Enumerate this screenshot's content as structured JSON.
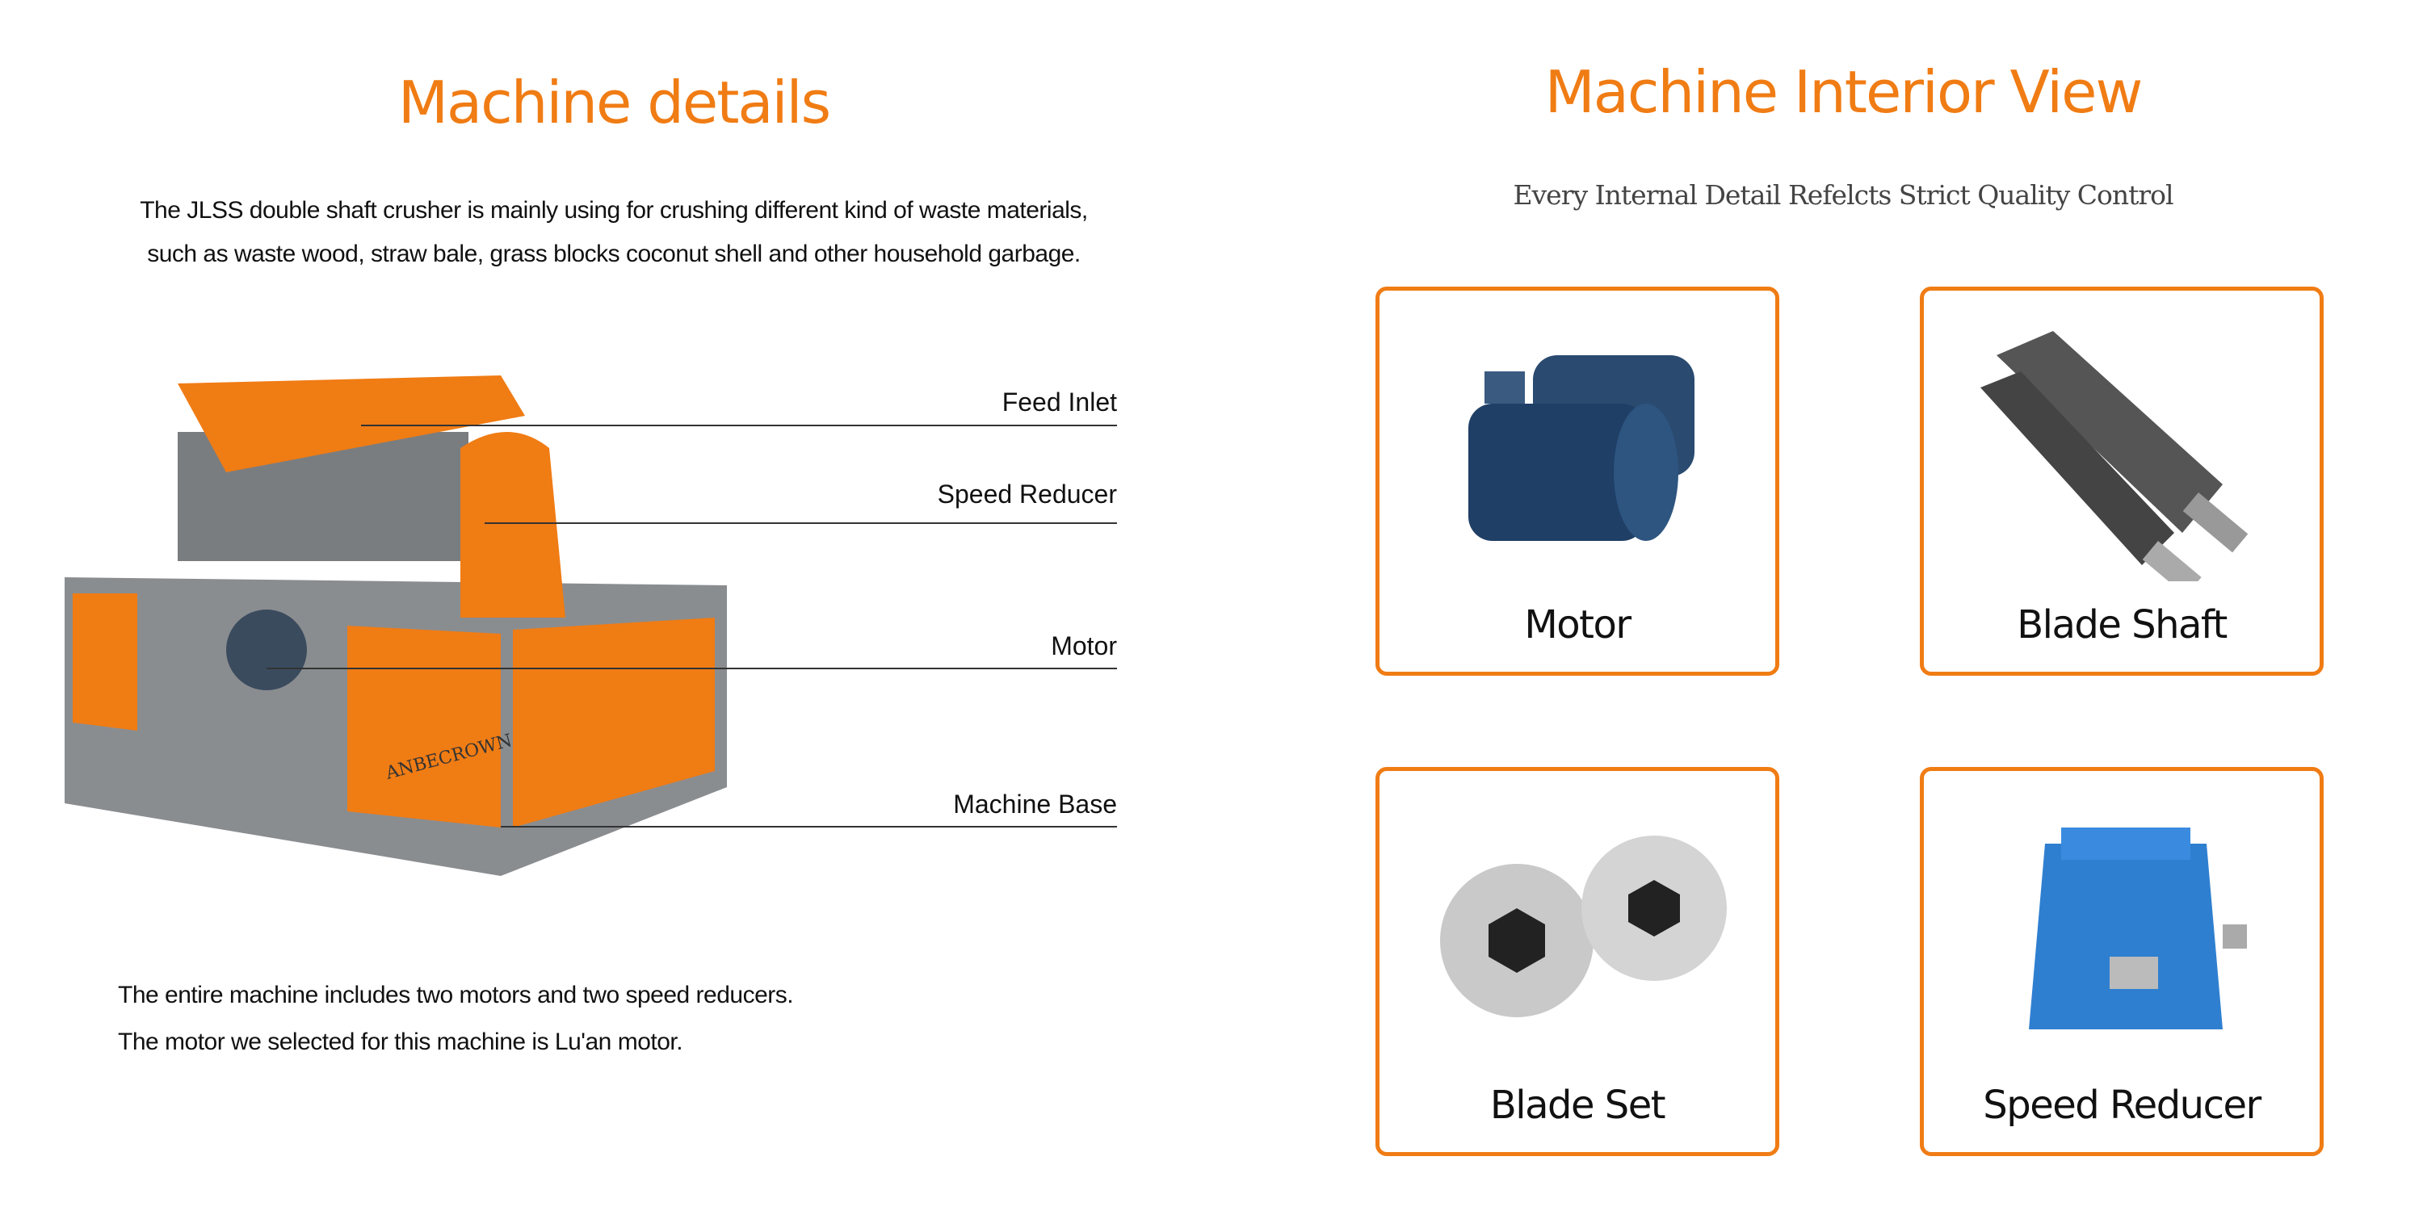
{
  "left": {
    "title": "Machine details",
    "intro_lines": [
      "The JLSS double shaft crusher is mainly using for crushing different kind of waste materials,",
      "such as waste wood, straw bale, grass blocks coconut shell and other household garbage."
    ],
    "callouts": [
      "Feed Inlet",
      "Speed Reducer",
      "Motor",
      "Machine Base"
    ],
    "machine_brand": "ANBECROWN",
    "footer_lines": [
      "The entire machine includes two motors and two speed reducers.",
      "The motor we selected for this machine is Lu'an motor."
    ]
  },
  "right": {
    "title": "Machine Interior View",
    "subtitle": "Every Internal Detail Refelcts Strict Quality Control",
    "cards": [
      {
        "label": "Motor"
      },
      {
        "label": "Blade Shaft"
      },
      {
        "label": "Blade Set"
      },
      {
        "label": "Speed Reducer"
      }
    ]
  },
  "colors": {
    "accent": "#f07c14",
    "machine_gray": "#8a8d90",
    "motor_blue": "#1f3f66",
    "reducer_blue": "#2f7fd0"
  }
}
